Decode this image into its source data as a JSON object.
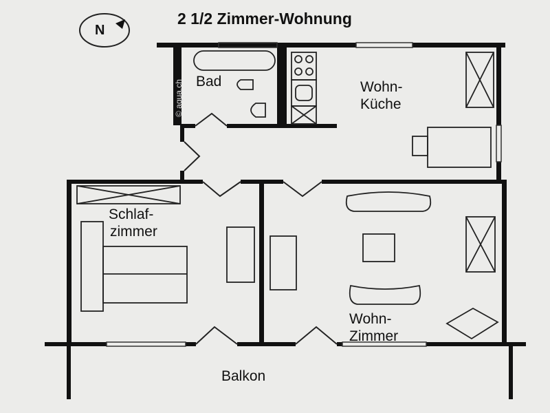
{
  "title": "2 1/2 Zimmer-Wohnung",
  "north_label": "N",
  "watermark": "© aqua.ch",
  "rooms": {
    "bad": "Bad",
    "kueche": [
      "Wohn-",
      "Küche"
    ],
    "schlafzimmer": [
      "Schlaf-",
      "zimmer"
    ],
    "wohnzimmer": [
      "Wohn-",
      "Zimmer"
    ],
    "balkon": "Balkon"
  },
  "colors": {
    "wall": "#111111",
    "background": "#ececea"
  }
}
